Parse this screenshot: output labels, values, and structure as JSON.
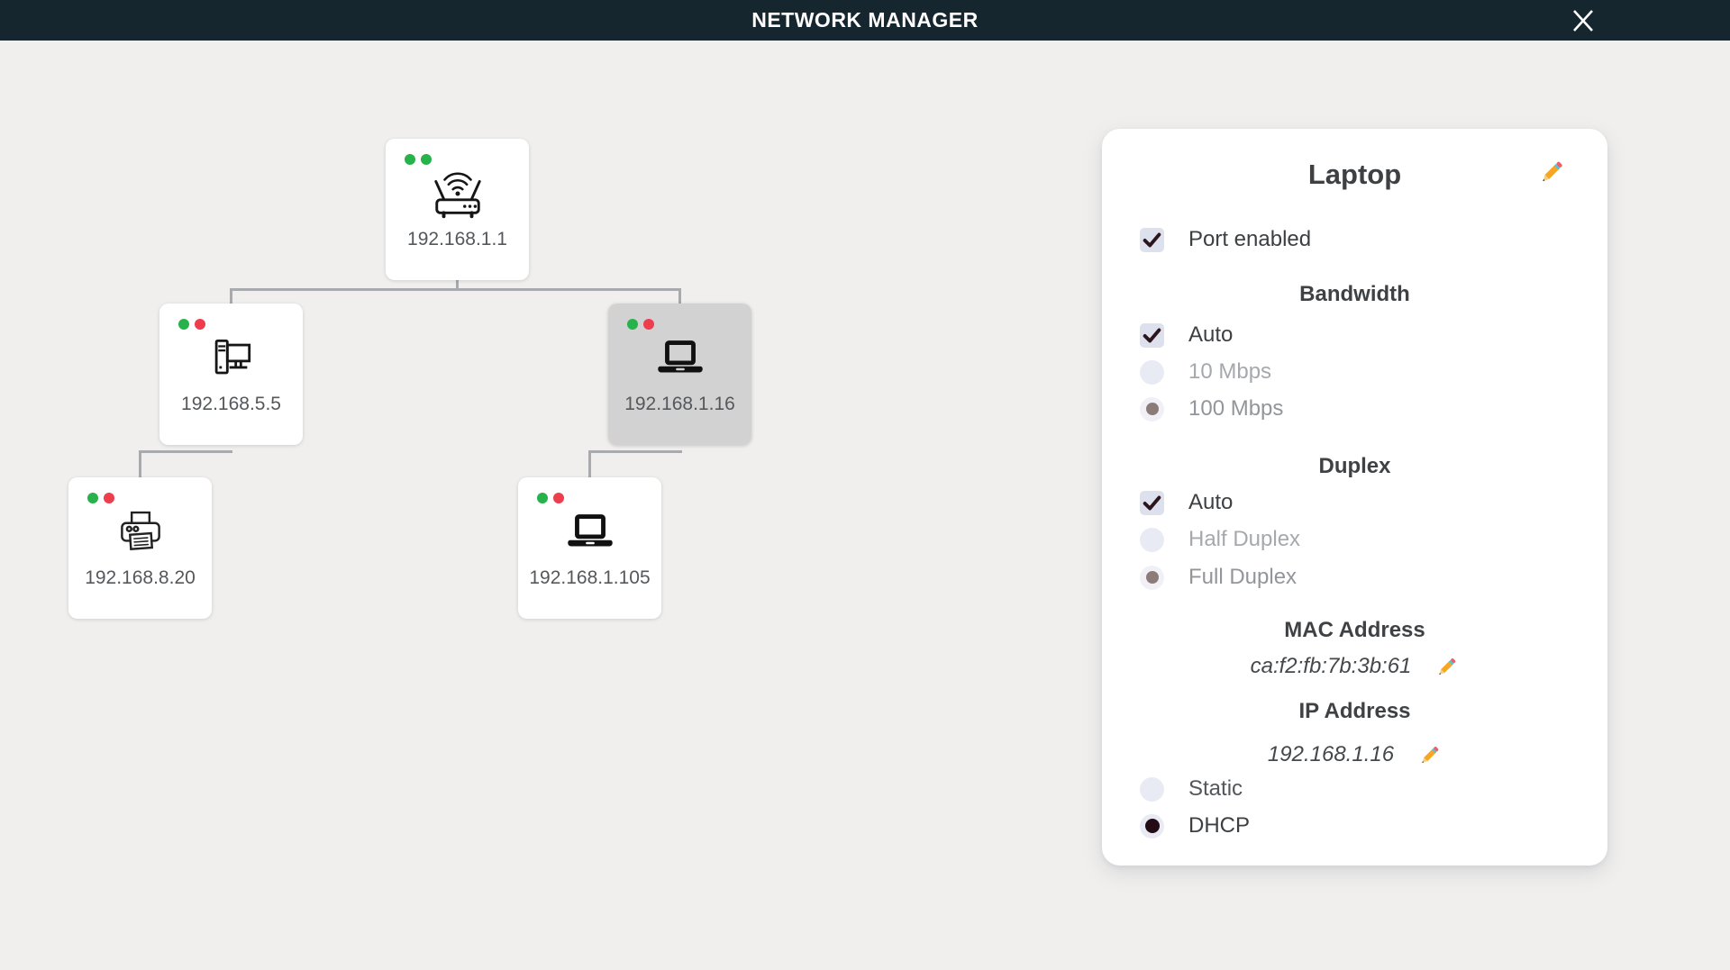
{
  "header": {
    "title": "NETWORK MANAGER"
  },
  "tree": {
    "nodes": [
      {
        "type": "router",
        "ip": "192.168.1.1",
        "status": [
          "green",
          "green"
        ],
        "selected": false
      },
      {
        "type": "desktop",
        "ip": "192.168.5.5",
        "status": [
          "green",
          "red"
        ],
        "selected": false
      },
      {
        "type": "laptop",
        "ip": "192.168.1.16",
        "status": [
          "green",
          "red"
        ],
        "selected": true
      },
      {
        "type": "printer",
        "ip": "192.168.8.20",
        "status": [
          "green",
          "red"
        ],
        "selected": false
      },
      {
        "type": "laptop",
        "ip": "192.168.1.105",
        "status": [
          "green",
          "red"
        ],
        "selected": false
      }
    ]
  },
  "panel": {
    "title": "Laptop",
    "port": {
      "label": "Port enabled",
      "checked": true
    },
    "bandwidth": {
      "heading": "Bandwidth",
      "options": [
        {
          "label": "Auto",
          "control": "checkbox",
          "state": "checked"
        },
        {
          "label": "10 Mbps",
          "control": "radio",
          "state": "unchecked"
        },
        {
          "label": "100 Mbps",
          "control": "radio",
          "state": "selected"
        }
      ]
    },
    "duplex": {
      "heading": "Duplex",
      "options": [
        {
          "label": "Auto",
          "control": "checkbox",
          "state": "checked"
        },
        {
          "label": "Half Duplex",
          "control": "radio",
          "state": "unchecked"
        },
        {
          "label": "Full Duplex",
          "control": "radio",
          "state": "selected"
        }
      ]
    },
    "mac": {
      "heading": "MAC Address",
      "value": "ca:f2:fb:7b:3b:61"
    },
    "ip": {
      "heading": "IP Address",
      "value": "192.168.1.16"
    },
    "ip_mode": [
      {
        "label": "Static",
        "state": "unchecked"
      },
      {
        "label": "DHCP",
        "state": "selected"
      }
    ]
  },
  "colors": {
    "header_bg": "#16262f",
    "page_bg": "#f0efed",
    "status_green": "#27b24b",
    "status_red": "#ee3d4d",
    "selected_node_bg": "#d2d2d2",
    "connector": "#a8aaad",
    "radio_dot": "#8b7c7a",
    "radio_dot_dark": "#230c16"
  }
}
